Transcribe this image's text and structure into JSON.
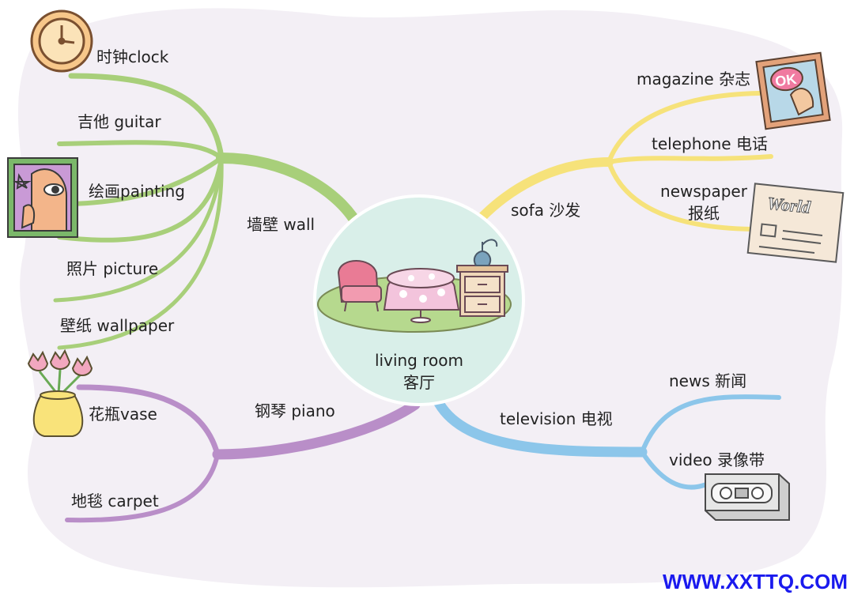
{
  "center": {
    "line1": "living room",
    "line2": "客厅"
  },
  "colors": {
    "green": "#a8cf7a",
    "yellow": "#f6e27a",
    "purple": "#b98ec8",
    "blue": "#8cc6ea",
    "hub": "#d9efe9",
    "background_blob": "#f3eff5",
    "watermark": "#1a1aee"
  },
  "branches": {
    "wall": {
      "label": "墙壁 wall",
      "leaves": [
        "时钟clock",
        "吉他 guitar",
        "绘画painting",
        "照片 picture",
        "壁纸 wallpaper"
      ]
    },
    "sofa": {
      "label": "sofa 沙发",
      "leaves": [
        "magazine 杂志",
        "telephone 电话",
        "newspaper",
        "报纸"
      ]
    },
    "piano": {
      "label": "钢琴 piano",
      "leaves": [
        "花瓶vase",
        "地毯 carpet"
      ]
    },
    "television": {
      "label": "television 电视",
      "leaves": [
        "news 新闻",
        "video 录像带"
      ]
    }
  },
  "illustrations": {
    "clock": "clock-icon",
    "painting": "painting-icon",
    "vase": "vase-icon",
    "magazine": "magazine-icon",
    "newspaper": "newspaper-icon",
    "video": "videotape-icon",
    "living_room": "living-room-furniture-illustration"
  },
  "newspaper_art_text": "World",
  "magazine_art_text": "OK",
  "watermark": "WWW.XXTTQ.COM"
}
